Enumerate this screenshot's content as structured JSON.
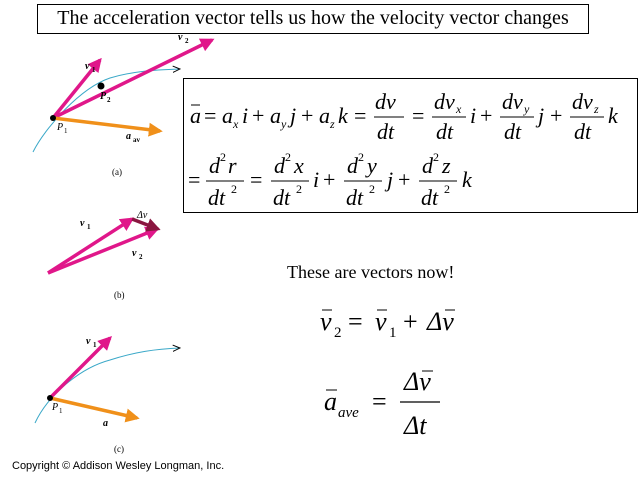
{
  "title": "The acceleration vector tells us how the velocity vector changes",
  "figure": {
    "labels": {
      "v1": "v",
      "v1_sub": "1",
      "v2": "v",
      "v2_sub": "2",
      "p1": "P",
      "p1_sub": "1",
      "p2": "P",
      "p2_sub": "2",
      "a_av": "a",
      "a_av_sub": "av",
      "delta_v": "Δv",
      "a": "a"
    },
    "panel_captions": [
      "(a)",
      "(b)",
      "(c)"
    ],
    "colors": {
      "velocity": "#e0178a",
      "acceleration": "#f0901a",
      "delta_v": "#8a1640",
      "path": "#3aa8c8"
    }
  },
  "equations": {
    "line1": {
      "lhs": "a",
      "terms": [
        "a",
        "x",
        "i",
        "a",
        "y",
        "j",
        "a",
        "z",
        "k"
      ],
      "frac1": {
        "num": "dv",
        "den": "dt"
      },
      "frac2": {
        "num": "dv",
        "num_sub": "x",
        "den": "dt",
        "unit": "i"
      },
      "frac3": {
        "num": "dv",
        "num_sub": "y",
        "den": "dt",
        "unit": "j"
      },
      "frac4": {
        "num": "dv",
        "num_sub": "z",
        "den": "dt",
        "unit": "k"
      }
    },
    "line2": {
      "frac1": {
        "num": "d",
        "num_sup": "2",
        "num_var": "r",
        "den": "dt",
        "den_sup": "2"
      },
      "frac2": {
        "num": "d",
        "num_sup": "2",
        "num_var": "x",
        "den": "dt",
        "den_sup": "2",
        "unit": "i"
      },
      "frac3": {
        "num": "d",
        "num_sup": "2",
        "num_var": "y",
        "den": "dt",
        "den_sup": "2",
        "unit": "j"
      },
      "frac4": {
        "num": "d",
        "num_sup": "2",
        "num_var": "z",
        "den": "dt",
        "den_sup": "2",
        "unit": "k"
      }
    }
  },
  "note": "These are vectors now!",
  "eq_velocity": {
    "lhs": "v",
    "lhs_sub": "2",
    "rhs1": "v",
    "rhs1_sub": "1",
    "rhs2": "Δv"
  },
  "eq_accel": {
    "lhs": "a",
    "lhs_sub": "ave",
    "num": "Δv",
    "den": "Δt"
  },
  "copyright": "Copyright © Addison Wesley Longman, Inc."
}
